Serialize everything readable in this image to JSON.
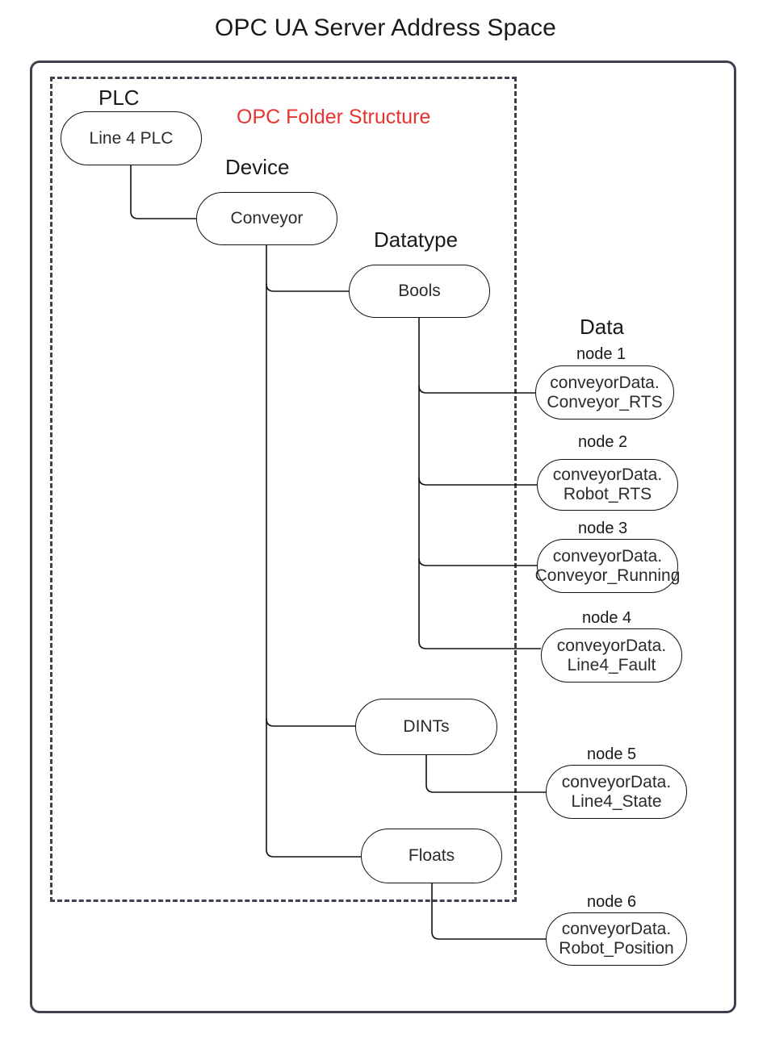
{
  "diagram": {
    "title": "OPC UA Server Address Space",
    "folder_caption": "OPC Folder Structure",
    "colors": {
      "frame": "#3d414d",
      "caption_red": "#e8332f",
      "node_stroke": "#111111",
      "text": "#1a1a1a"
    },
    "group_labels": [
      {
        "key": "plc",
        "text": "PLC"
      },
      {
        "key": "device",
        "text": "Device"
      },
      {
        "key": "datatype",
        "text": "Datatype"
      },
      {
        "key": "data",
        "text": "Data"
      }
    ],
    "folder_nodes": [
      {
        "key": "line4plc",
        "text": "Line 4 PLC",
        "group": "PLC"
      },
      {
        "key": "conveyor",
        "text": "Conveyor",
        "group": "Device"
      },
      {
        "key": "bools",
        "text": "Bools",
        "group": "Datatype"
      },
      {
        "key": "dints",
        "text": "DINTs",
        "group": "Datatype"
      },
      {
        "key": "floats",
        "text": "Floats",
        "group": "Datatype"
      }
    ],
    "data_nodes": [
      {
        "key": "node1",
        "caption": "node 1",
        "line1": "conveyorData.",
        "line2": "Conveyor_RTS",
        "parent": "Bools"
      },
      {
        "key": "node2",
        "caption": "node 2",
        "line1": "conveyorData.",
        "line2": "Robot_RTS",
        "parent": "Bools"
      },
      {
        "key": "node3",
        "caption": "node 3",
        "line1": "conveyorData.",
        "line2": "Conveyor_Running",
        "parent": "Bools"
      },
      {
        "key": "node4",
        "caption": "node 4",
        "line1": "conveyorData.",
        "line2": "Line4_Fault",
        "parent": "Bools"
      },
      {
        "key": "node5",
        "caption": "node 5",
        "line1": "conveyorData.",
        "line2": "Line4_State",
        "parent": "DINTs"
      },
      {
        "key": "node6",
        "caption": "node 6",
        "line1": "conveyorData.",
        "line2": "Robot_Position",
        "parent": "Floats"
      }
    ],
    "edges": [
      {
        "from": "Line 4 PLC",
        "to": "Conveyor"
      },
      {
        "from": "Conveyor",
        "to": "Bools"
      },
      {
        "from": "Conveyor",
        "to": "DINTs"
      },
      {
        "from": "Conveyor",
        "to": "Floats"
      },
      {
        "from": "Bools",
        "to": "node 1"
      },
      {
        "from": "Bools",
        "to": "node 2"
      },
      {
        "from": "Bools",
        "to": "node 3"
      },
      {
        "from": "Bools",
        "to": "node 4"
      },
      {
        "from": "DINTs",
        "to": "node 5"
      },
      {
        "from": "Floats",
        "to": "node 6"
      }
    ]
  }
}
